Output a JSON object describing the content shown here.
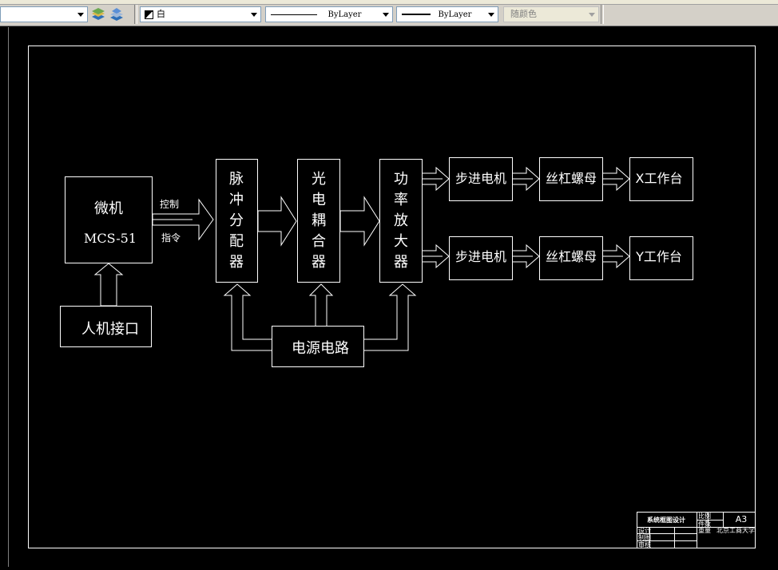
{
  "toolbar": {
    "layer_value": "",
    "color_value": "白",
    "linetype_value": "ByLayer",
    "lineweight_value": "ByLayer",
    "plotstyle_value": "随颜色"
  },
  "drawing": {
    "blocks": {
      "micro_line1": "微机",
      "micro_line2": "MCS-51",
      "human_interface": "人机接口",
      "pulse_chars": [
        "脉",
        "冲",
        "分",
        "配",
        "器"
      ],
      "opto_chars": [
        "光",
        "电",
        "耦",
        "合",
        "器"
      ],
      "amp_chars": [
        "功",
        "率",
        "放",
        "大",
        "器"
      ],
      "power_circuit": "电源电路",
      "stepper_motor_1": "步进电机",
      "stepper_motor_2": "步进电机",
      "screw_nut_1": "丝杠螺母",
      "screw_nut_2": "丝杠螺母",
      "x_table": "X工作台",
      "y_table": "Y工作台"
    },
    "arrow_labels": {
      "control": "控制",
      "command": "指令"
    },
    "title_block": {
      "drawing_name": "系统框图设计",
      "scale_label": "比例",
      "quantity_label": "件数",
      "weight_label": "重量",
      "sheet_size": "A3",
      "design_label": "设计",
      "draft_label": "制图",
      "check_label": "审核",
      "school_text": "北京工商大学"
    }
  }
}
